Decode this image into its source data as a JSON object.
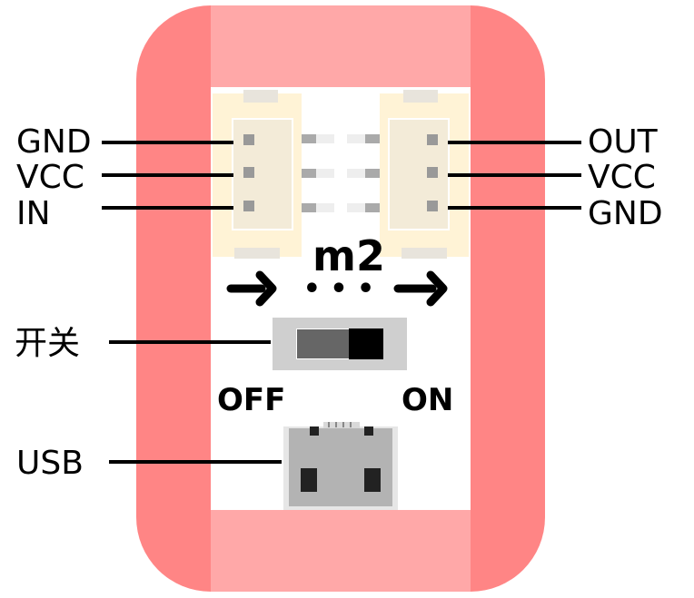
{
  "module": {
    "name": "m2",
    "colors": {
      "frame": "#ff8585",
      "frame_band": "#ffa8a8",
      "board": "#ffffff",
      "connector": "#fff3d6",
      "connector_inner": "#f3ebd8",
      "switch_body": "#cfcfcf",
      "usb_body": "#b3b3b3"
    }
  },
  "left_pins": [
    "GND",
    "VCC",
    "IN"
  ],
  "right_pins": [
    "OUT",
    "VCC",
    "GND"
  ],
  "switch": {
    "label": "开关",
    "off_label": "OFF",
    "on_label": "ON",
    "state": "ON"
  },
  "usb": {
    "label": "USB"
  },
  "signal_flow": {
    "dots": "• • •"
  }
}
